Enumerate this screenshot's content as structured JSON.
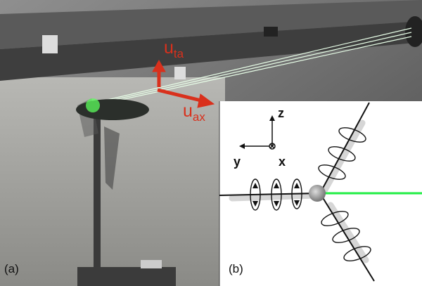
{
  "panel_a": {
    "label": "(a)",
    "velocity_tangential": {
      "base": "u",
      "sub": "ta"
    },
    "velocity_axial": {
      "base": "u",
      "sub": "ax"
    }
  },
  "panel_b": {
    "label": "(b)",
    "axes": {
      "z": "z",
      "y": "y",
      "x": "x"
    }
  },
  "colors": {
    "arrow_red": "#d9301c",
    "laser_green": "#22ee44"
  }
}
